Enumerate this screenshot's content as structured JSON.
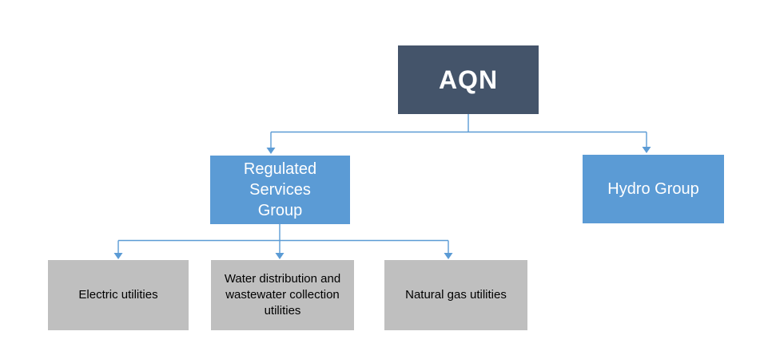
{
  "diagram": {
    "type": "org-chart",
    "colors": {
      "root_fill": "#44546A",
      "branch_fill": "#5B9BD5",
      "leaf_fill": "#BFBFBF",
      "connector": "#5B9BD5",
      "root_text": "#ffffff",
      "branch_text": "#ffffff",
      "leaf_text": "#000000",
      "background": "#ffffff"
    },
    "nodes": {
      "root": {
        "label": "AQN"
      },
      "regulated": {
        "label": "Regulated Services\nGroup"
      },
      "hydro": {
        "label": "Hydro Group"
      },
      "electric": {
        "label": "Electric utilities"
      },
      "water": {
        "label": "Water distribution and\nwastewater collection\nutilities"
      },
      "gas": {
        "label": "Natural gas utilities"
      }
    },
    "edges": [
      {
        "from": "root",
        "to": "regulated"
      },
      {
        "from": "root",
        "to": "hydro"
      },
      {
        "from": "regulated",
        "to": "electric"
      },
      {
        "from": "regulated",
        "to": "water"
      },
      {
        "from": "regulated",
        "to": "gas"
      }
    ]
  }
}
